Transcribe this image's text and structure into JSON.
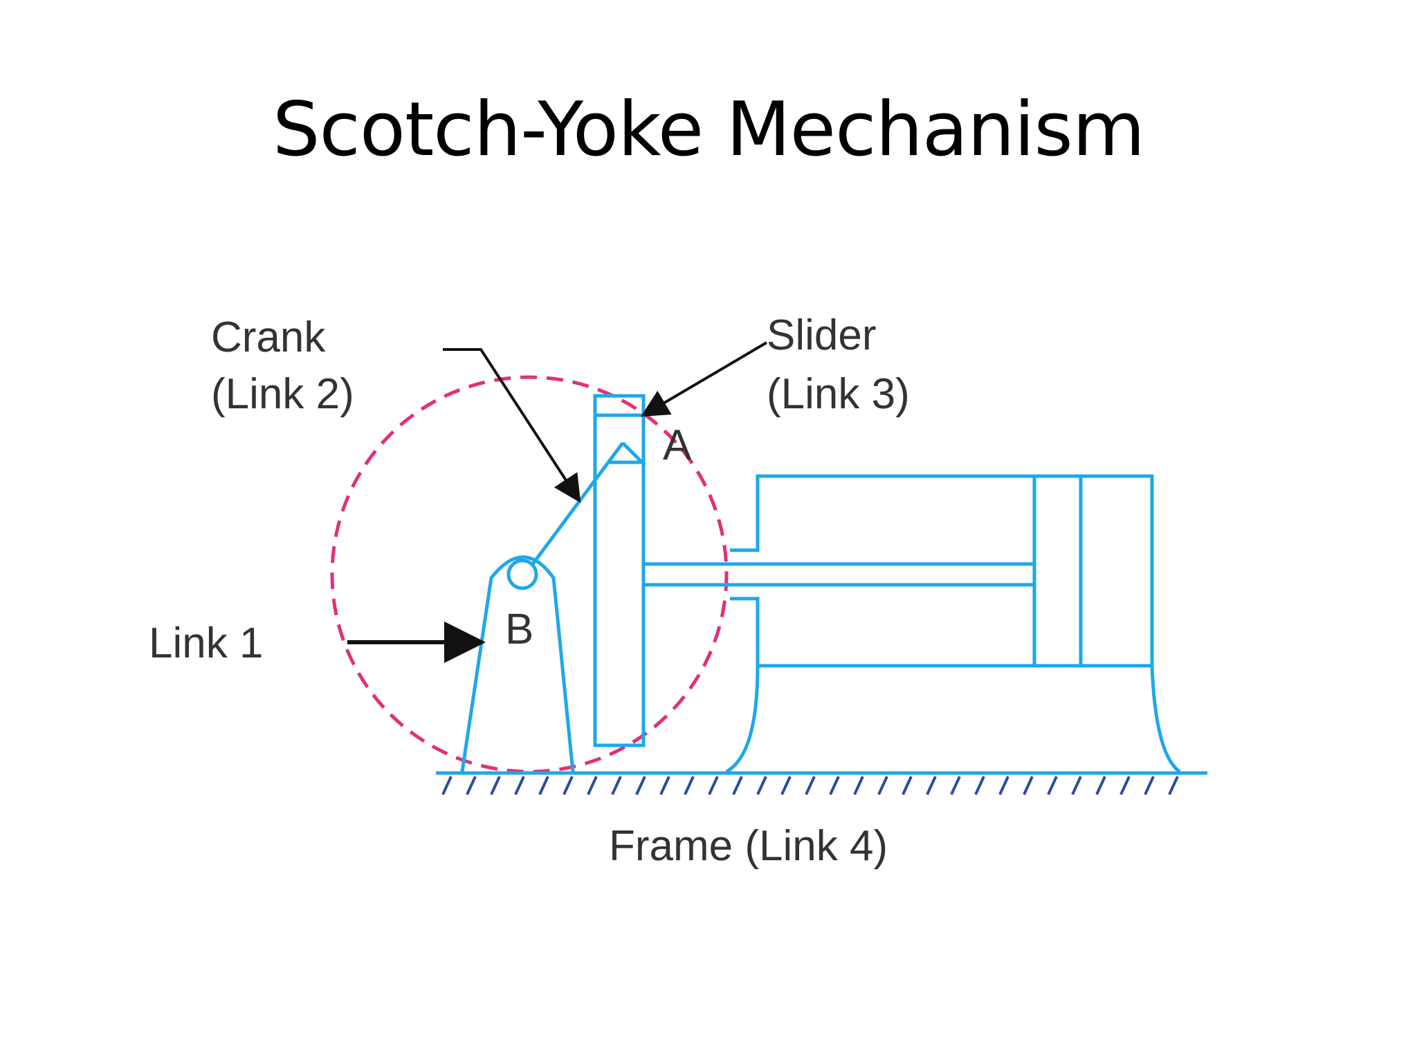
{
  "title": "Scotch-Yoke Mechanism",
  "labels": {
    "crank_line1": "Crank",
    "crank_line2": "(Link 2)",
    "slider_line1": "Slider",
    "slider_line2": "(Link 3)",
    "point_a": "A",
    "point_b": "B",
    "link1": "Link 1",
    "frame": "Frame (Link 4)"
  },
  "colors": {
    "parts": "#1ea8e8",
    "crank_path": "#e0307a",
    "ground_hatch": "#2a4d9c",
    "labels": "#333333",
    "arrows": "#111111"
  }
}
